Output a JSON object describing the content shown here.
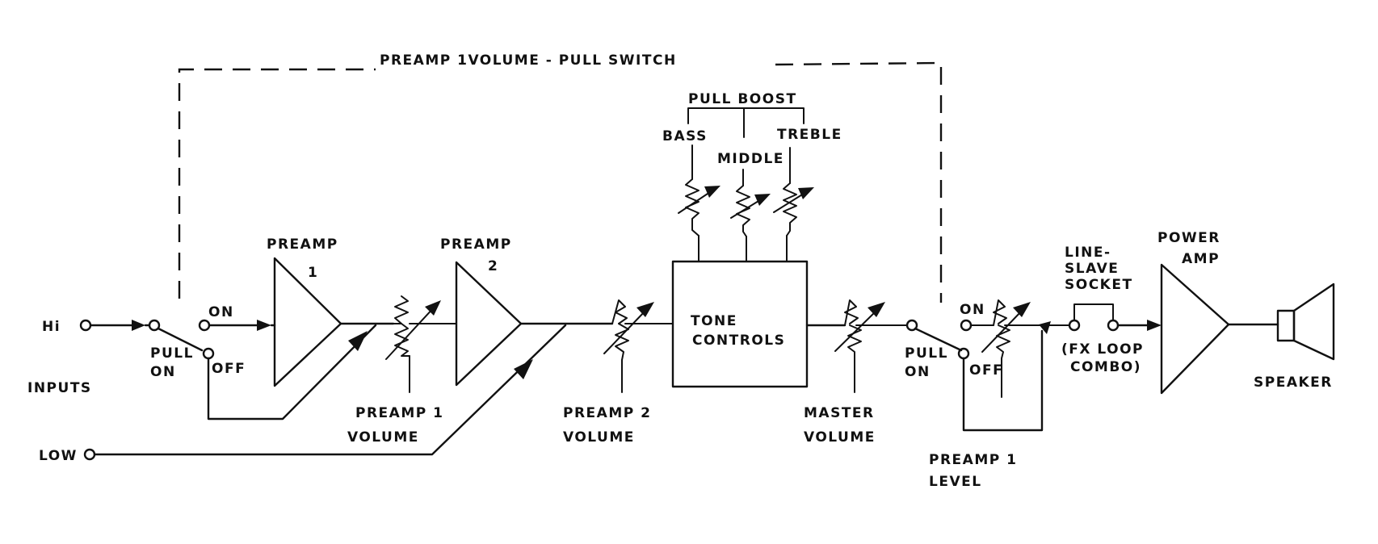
{
  "switch": {
    "title": "PREAMP 1VOLUME - PULL SWITCH"
  },
  "inputs": {
    "hi": "Hi",
    "low": "LOW",
    "label": "INPUTS",
    "switch_pull": "PULL",
    "switch_on_below": "ON",
    "switch_on": "ON",
    "switch_off": "OFF"
  },
  "preamp1": {
    "line1": "PREAMP",
    "line2": "1"
  },
  "preamp2": {
    "line1": "PREAMP",
    "line2": "2"
  },
  "preamp1_volume": {
    "line1": "PREAMP 1",
    "line2": "VOLUME"
  },
  "preamp2_volume": {
    "line1": "PREAMP 2",
    "line2": "VOLUME"
  },
  "tone": {
    "pull_boost": "PULL BOOST",
    "bass": "BASS",
    "middle": "MIDDLE",
    "treble": "TREBLE",
    "box_line1": "TONE",
    "box_line2": "CONTROLS"
  },
  "master_volume": {
    "line1": "MASTER",
    "line2": "VOLUME"
  },
  "level_switch": {
    "on": "ON",
    "off": "OFF",
    "pull": "PULL",
    "pull_on": "ON"
  },
  "preamp1_level": {
    "line1": "PREAMP 1",
    "line2": "LEVEL"
  },
  "socket": {
    "line1": "LINE-",
    "line2": "SLAVE",
    "line3": "SOCKET",
    "fx1": "(FX LOOP",
    "fx2": "COMBO)"
  },
  "power_amp": {
    "line1": "POWER",
    "line2": "AMP"
  },
  "speaker": {
    "label": "SPEAKER"
  }
}
